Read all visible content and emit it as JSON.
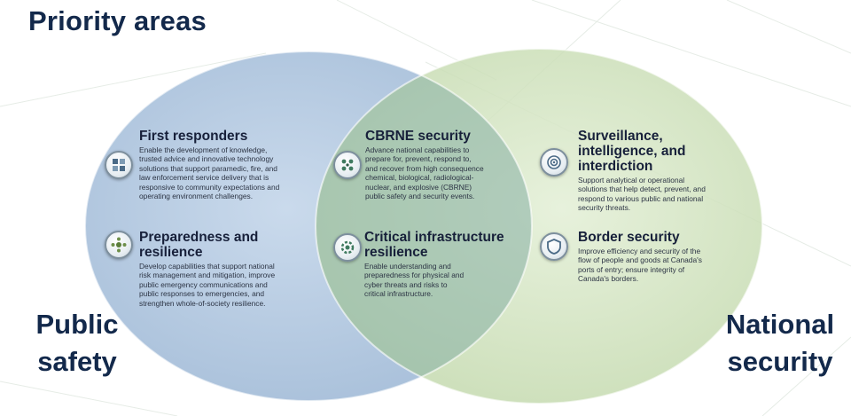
{
  "title": "Priority areas",
  "left_label": {
    "line1": "Public",
    "line2": "safety"
  },
  "right_label": {
    "line1": "National",
    "line2": "security"
  },
  "items": [
    {
      "id": "first-responders",
      "icon": "first-responders-icon",
      "title": "First responders",
      "lines": [
        "Enable the development  of knowledge,",
        "trusted advice and innovative technology",
        "solutions that support paramedic, fire, and",
        "law enforcement service delivery that is",
        "responsive to community expectations and",
        "operating environment  challenges."
      ]
    },
    {
      "id": "preparedness-resilience",
      "icon": "preparedness-icon",
      "title_lines": [
        "Preparedness and",
        "resilience"
      ],
      "lines": [
        "Develop capabilities  that support national",
        "risk management and mitigation, improve",
        "public emergency communications and",
        "public responses to emergencies,  and",
        "strengthen  whole-of-society  resilience."
      ]
    },
    {
      "id": "cbrne-security",
      "icon": "cbrne-icon",
      "title": "CBRNE security",
      "lines": [
        "Advance national capabilities  to",
        "prepare for, prevent, respond to,",
        "and recover from high consequence",
        "chemical, biological, radiological-",
        "nuclear, and explosive  (CBRNE)",
        "public safety and security events."
      ]
    },
    {
      "id": "critical-infrastructure",
      "icon": "infrastructure-icon",
      "title_lines": [
        "Critical infrastructure",
        "resilience"
      ],
      "lines": [
        "Enable understanding  and",
        "preparedness  for physical and",
        "cyber threats and risks to",
        "critical infrastructure."
      ]
    },
    {
      "id": "surveillance",
      "icon": "surveillance-icon",
      "title_lines": [
        "Surveillance,",
        "intelligence, and",
        "interdiction"
      ],
      "lines": [
        "Support analytical  or operational",
        "solutions that help detect, prevent, and",
        "respond to various public and national",
        "security threats."
      ]
    },
    {
      "id": "border-security",
      "icon": "border-icon",
      "title": "Border security",
      "lines": [
        "Improve efficiency  and security  of the",
        "flow of people and goods at Canada's",
        "ports of entry; ensure integrity of",
        "Canada's  borders."
      ]
    }
  ],
  "colors": {
    "left_circle": "#a9c2dd",
    "right_circle": "#cfe2bc",
    "overlap": "#9fc0b4",
    "heading": "#13294b"
  }
}
